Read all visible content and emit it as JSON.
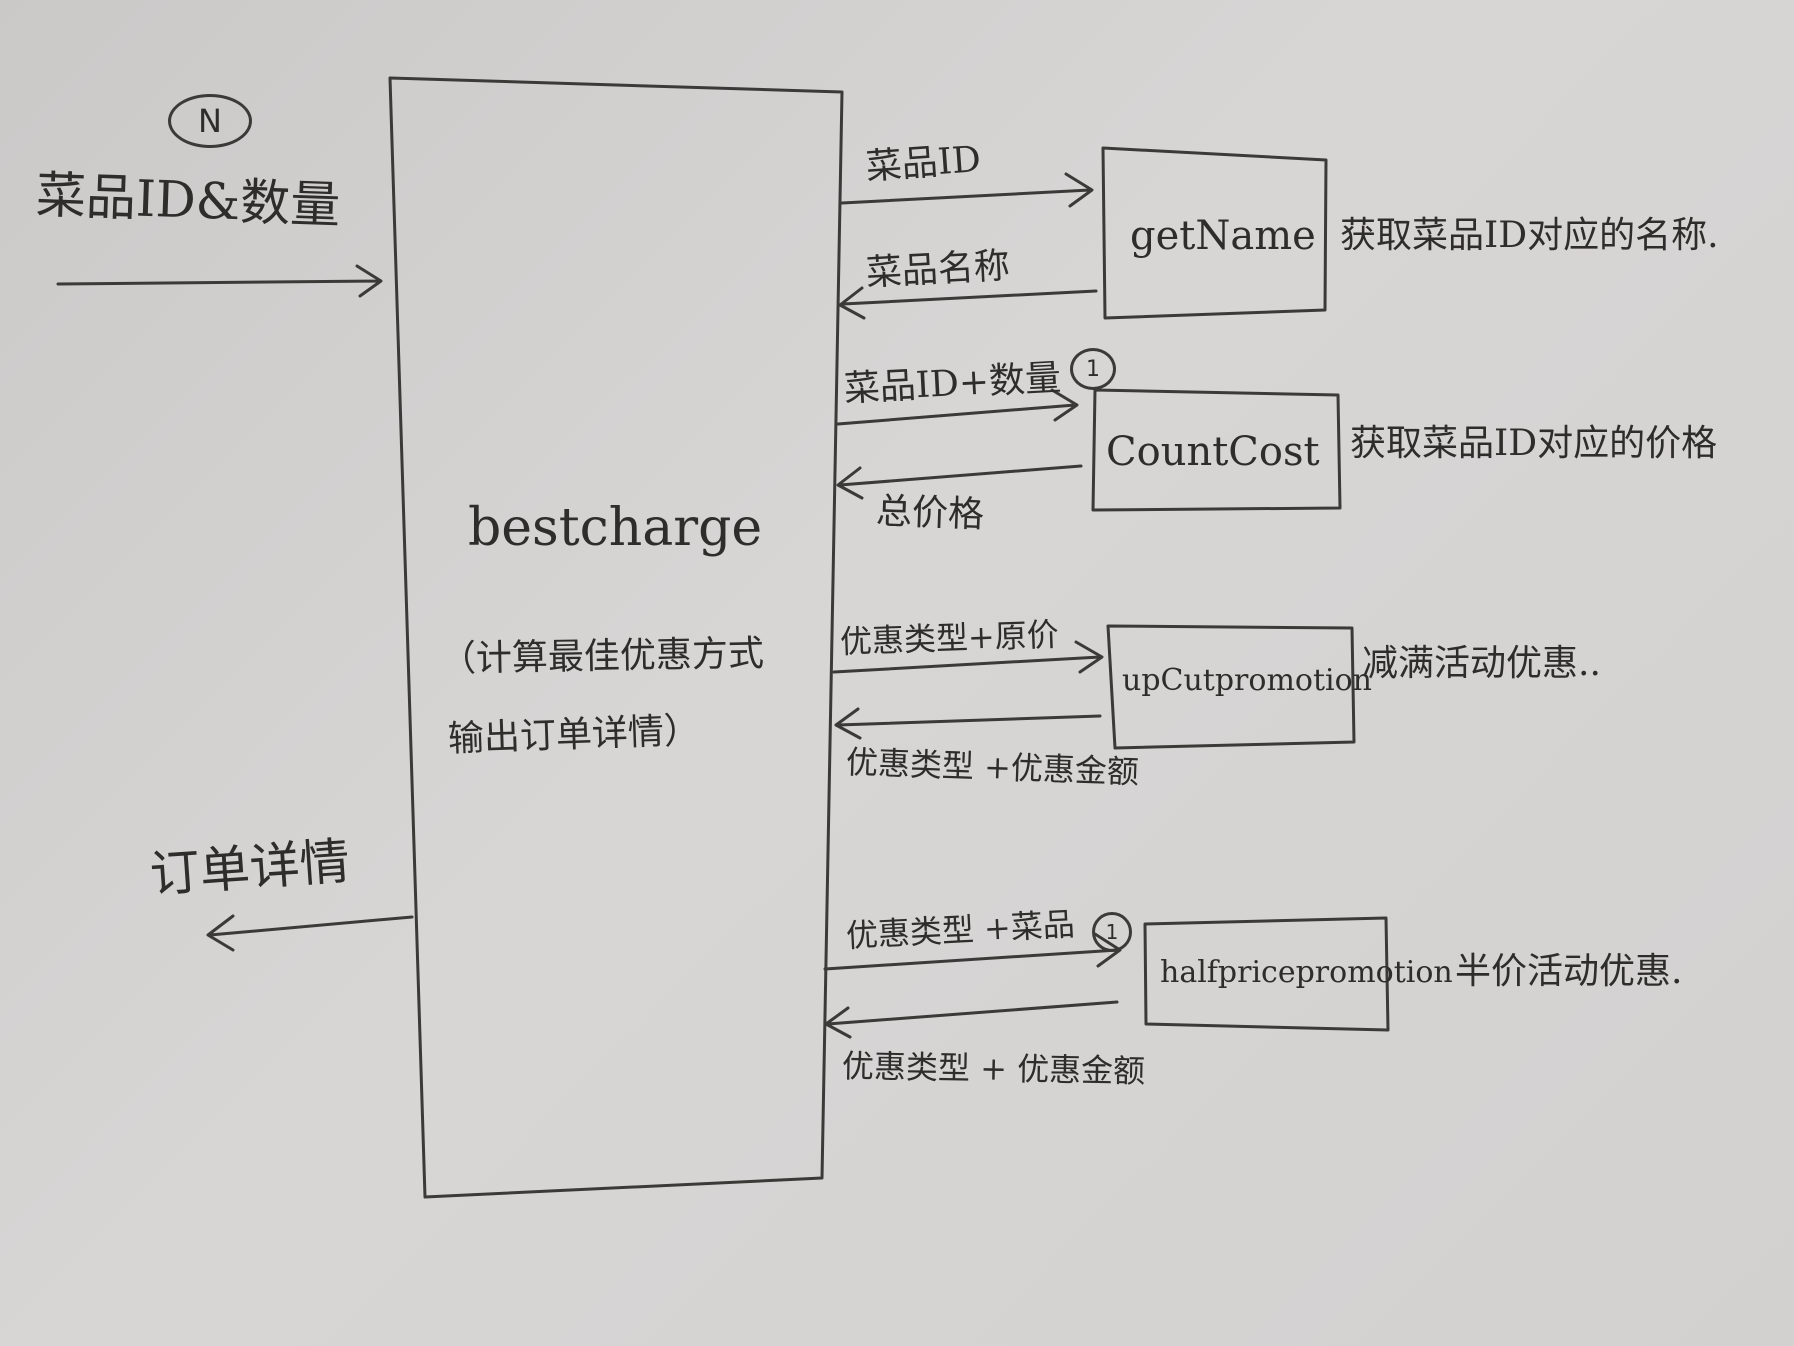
{
  "input": {
    "label": "菜品ID&数量",
    "marker": "N"
  },
  "output": {
    "label": "订单详情"
  },
  "main": {
    "name": "bestcharge",
    "desc_line1": "（计算最佳优惠方式",
    "desc_line2": "输出订单详情）"
  },
  "modules": [
    {
      "name": "getName",
      "send_label": "菜品ID",
      "return_label": "菜品名称",
      "description": "获取菜品ID对应的名称."
    },
    {
      "name": "CountCost",
      "send_label": "菜品ID+数量",
      "send_marker": "1",
      "return_label": "总价格",
      "description": "获取菜品ID对应的价格"
    },
    {
      "name": "upCutpromotion",
      "send_label": "优惠类型+原价",
      "return_label": "优惠类型 +优惠金额",
      "description": "减满活动优惠.."
    },
    {
      "name": "halfpricepromotion",
      "send_label": "优惠类型 +菜品",
      "send_marker": "1",
      "return_label": "优惠类型 + 优惠金额",
      "description": "半价活动优惠."
    }
  ]
}
